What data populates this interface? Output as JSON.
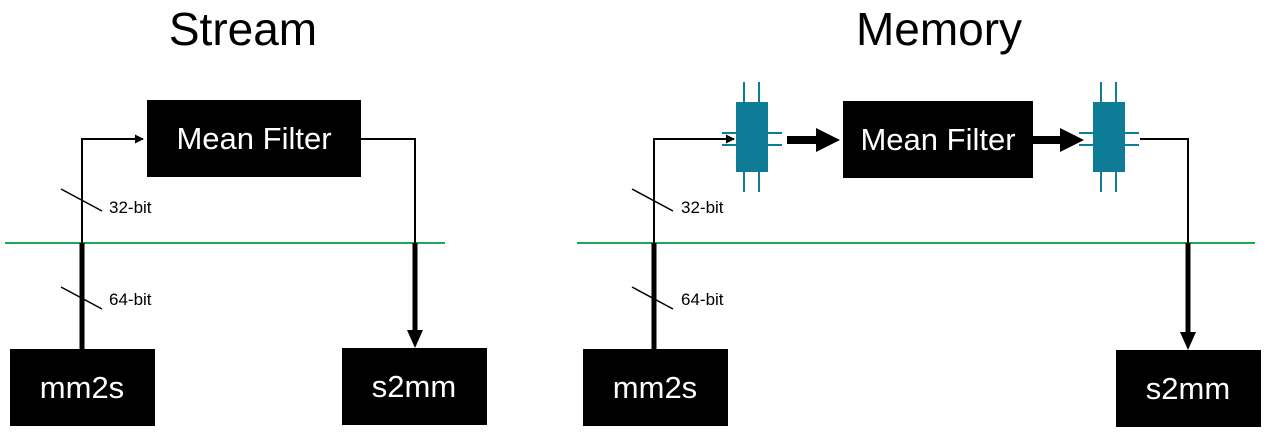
{
  "colors": {
    "background": "#ffffff",
    "box": "#000000",
    "box_text": "#ffffff",
    "boundary_line": "#1aaa55",
    "buffer": "#0e7c96"
  },
  "stream": {
    "title": "Stream",
    "filter_label": "Mean Filter",
    "source_label": "mm2s",
    "sink_label": "s2mm",
    "upper_width": "32-bit",
    "lower_width": "64-bit"
  },
  "memory": {
    "title": "Memory",
    "filter_label": "Mean Filter",
    "source_label": "mm2s",
    "sink_label": "s2mm",
    "upper_width": "32-bit",
    "lower_width": "64-bit",
    "input_buffer_icon": "ping-pong-buffer-icon",
    "output_buffer_icon": "ping-pong-buffer-icon"
  }
}
